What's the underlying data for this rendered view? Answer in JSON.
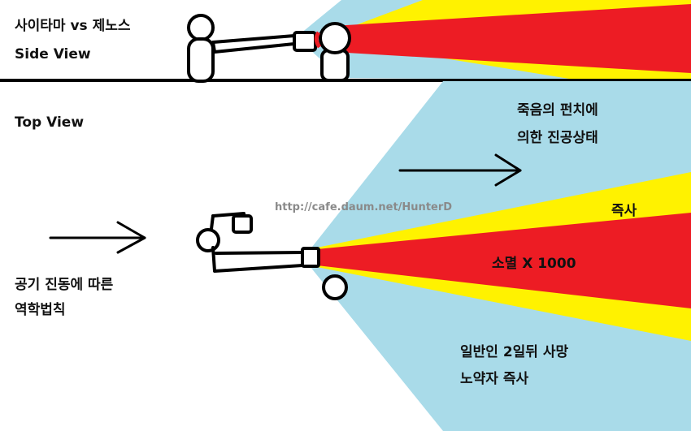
{
  "colors": {
    "background": "#ffffff",
    "cone_light_blue": "#a9dbe9",
    "cone_yellow": "#fff200",
    "cone_red": "#ed1c24",
    "ink": "#000000",
    "watermark": "#8a8a8a"
  },
  "title": "사이타마 vs 제노스",
  "side_view_label": "Side View",
  "top_view_label": "Top View",
  "vacuum_label_line1": "죽음의 펀치에",
  "vacuum_label_line2": "의한 진공상태",
  "instant_death_label": "즉사",
  "annihilation_label": "소멸 X 1000",
  "air_vibration_line1": "공기 진동에 따른",
  "air_vibration_line2": "역학법칙",
  "normal_person_line1": "일반인 2일뒤 사망",
  "normal_person_line2": "노약자 즉사",
  "watermark": "http://cafe.daum.net/HunterD",
  "icons": [
    "right-arrow-icon",
    "stick-figure-icon"
  ]
}
